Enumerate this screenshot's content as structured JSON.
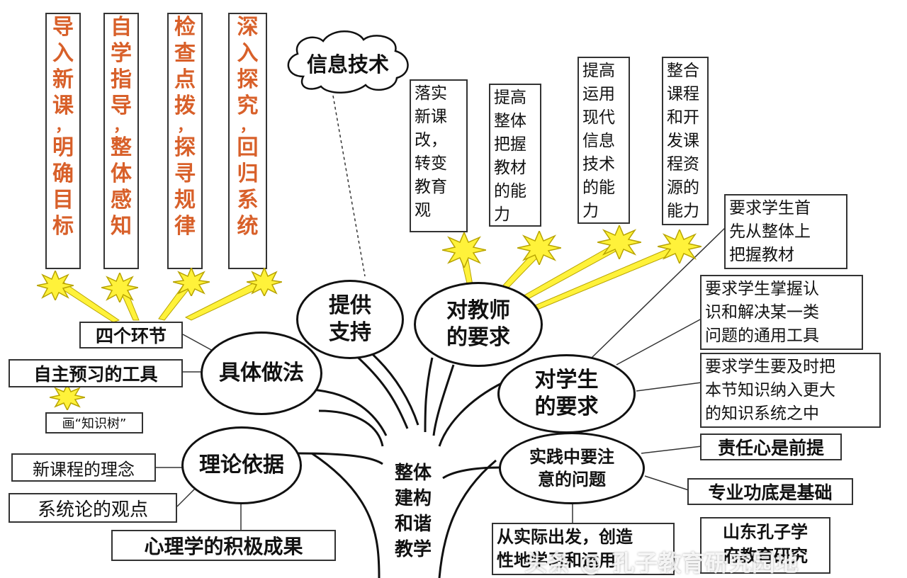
{
  "stages": [
    {
      "chars": [
        "导",
        "入",
        "新",
        "课"
      ],
      "chars2": [
        "明",
        "确",
        "目",
        "标"
      ]
    },
    {
      "chars": [
        "自",
        "学",
        "指",
        "导"
      ],
      "chars2": [
        "整",
        "体",
        "感",
        "知"
      ]
    },
    {
      "chars": [
        "检",
        "查",
        "点",
        "拨"
      ],
      "chars2": [
        "探",
        "寻",
        "规",
        "律"
      ]
    },
    {
      "chars": [
        "深",
        "入",
        "探",
        "究"
      ],
      "chars2": [
        "回",
        "归",
        "系",
        "统"
      ]
    }
  ],
  "stage_separator": "，",
  "cloud_label": "信息技术",
  "teacher_reqs": [
    {
      "lines": [
        "落实",
        "新课",
        "改，",
        "转变",
        "教育",
        "观"
      ]
    },
    {
      "lines": [
        "提高",
        "整体",
        "把握",
        "教材",
        "的能",
        "力"
      ]
    },
    {
      "lines": [
        "提高",
        "运用",
        "现代",
        "信息",
        "技术",
        "的能",
        "力"
      ]
    },
    {
      "lines": [
        "整合",
        "课程",
        "和开",
        "发课",
        "程资",
        "源的",
        "能力"
      ]
    }
  ],
  "student_reqs": [
    {
      "lines": [
        "要求学生首",
        "先从整体上",
        "把握教材"
      ]
    },
    {
      "lines": [
        "要求学生掌握认",
        "识和解决某一类",
        "问题的通用工具"
      ]
    },
    {
      "lines": [
        "要求学生要及时把",
        "本节知识纳入更大",
        "的知识系统之中"
      ]
    }
  ],
  "nodes": {
    "support": [
      "提供",
      "支持"
    ],
    "teacher": [
      "对教师",
      "的要求"
    ],
    "student": [
      "对学生",
      "的要求"
    ],
    "practice": [
      "实践中要注",
      "意的问题"
    ],
    "methods": "具体做法",
    "theory": "理论依据",
    "trunk": [
      "整体",
      "建构",
      "和谐",
      "教学"
    ]
  },
  "methods_items": {
    "four_steps": "四个环节",
    "preview_tool": "自主预习的工具",
    "knowledge_tree": "画“知识树”"
  },
  "theory_items": {
    "new_curriculum": "新课程的理念",
    "systems_theory": "系统论的观点",
    "psychology": "心理学的积极成果"
  },
  "practice_items": {
    "responsibility": "责任心是前提",
    "skill": "专业功底是基础",
    "creative": [
      "从实际出发，创造",
      "性地学习和运用"
    ],
    "source": [
      "山东孔子学",
      "府教育研究"
    ]
  },
  "watermark": "头条 @ 孔子教育研究园地",
  "colors": {
    "stage_text": "#d8602a",
    "starburst": "#fff23a",
    "starburst_stroke": "#b8a400",
    "line": "#333333"
  }
}
